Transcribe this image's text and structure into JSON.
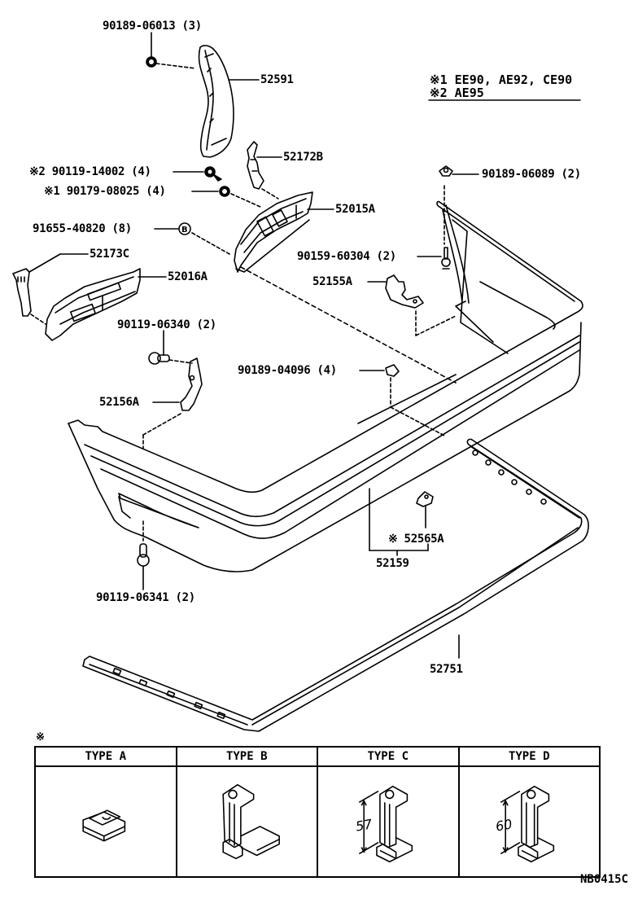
{
  "diagram": {
    "type": "exploded-parts-diagram",
    "subject": "Rear bumper assembly",
    "notes": [
      {
        "mark": "※1",
        "models": "EE90, AE92, CE90"
      },
      {
        "mark": "※2",
        "models": "AE95"
      }
    ],
    "part_labels": [
      {
        "id": "p1",
        "text": "90189-06013 (3)"
      },
      {
        "id": "p2",
        "text": "52591"
      },
      {
        "id": "p3",
        "text": "52172B"
      },
      {
        "id": "p4",
        "text": "※2  90119-14002 (4)"
      },
      {
        "id": "p5",
        "text": "※1  90179-08025 (4)"
      },
      {
        "id": "p6",
        "text": "91655-40820 (8)"
      },
      {
        "id": "p7",
        "text": "52015A"
      },
      {
        "id": "p8",
        "text": "90189-06089 (2)"
      },
      {
        "id": "p9",
        "text": "52173C"
      },
      {
        "id": "p10",
        "text": "52016A"
      },
      {
        "id": "p11",
        "text": "90159-60304 (2)"
      },
      {
        "id": "p12",
        "text": "52155A"
      },
      {
        "id": "p13",
        "text": "90119-06340 (2)"
      },
      {
        "id": "p14",
        "text": "90189-04096 (4)"
      },
      {
        "id": "p15",
        "text": "52156A"
      },
      {
        "id": "p16",
        "text": "※ 52565A"
      },
      {
        "id": "p17",
        "text": "52159"
      },
      {
        "id": "p18",
        "text": "90119-06341 (2)"
      },
      {
        "id": "p19",
        "text": "52751"
      }
    ],
    "fastener_glyphs": {
      "b_marker": "B"
    },
    "legend": {
      "mark": "※",
      "types": [
        {
          "label": "TYPE  A",
          "dimension": ""
        },
        {
          "label": "TYPE  B",
          "dimension": ""
        },
        {
          "label": "TYPE  C",
          "dimension": "57"
        },
        {
          "label": "TYPE  D",
          "dimension": "60"
        }
      ]
    },
    "drawing_code": "NB0415C"
  }
}
